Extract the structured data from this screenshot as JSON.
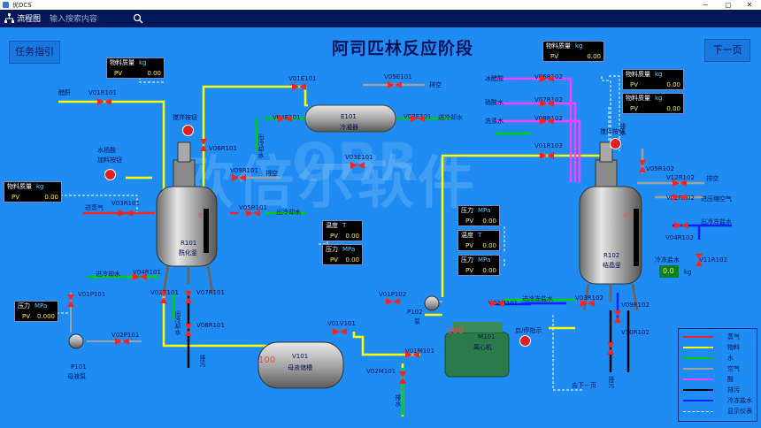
{
  "window": {
    "title": "优DCS",
    "btn_min": "─",
    "btn_max": "▢",
    "btn_close": "✕"
  },
  "nav": {
    "flow_label": "流程图",
    "search_placeholder": "输入搜索内容"
  },
  "page": {
    "title": "阿司匹林反应阶段",
    "task_button": "任务指引",
    "next_button": "下一页",
    "watermark_logo": "OBR",
    "watermark_text": "欧倍尔软件"
  },
  "colors": {
    "steam": "#ff2020",
    "material": "#ffff00",
    "water": "#00d000",
    "air": "#a0a0a0",
    "acid": "#ff40ff",
    "drain": "#000000",
    "brine": "#1020ff",
    "display": "#ffffff",
    "background": "#1e8cf2"
  },
  "instruments": {
    "mass_acetic": {
      "title": "物料质量",
      "unit": "kg",
      "pv_label": "PV",
      "value": "0.00"
    },
    "mass_salicylic": {
      "title": "物料质量",
      "unit": "kg",
      "pv_label": "PV",
      "value": "0.00"
    },
    "mass_glacial": {
      "title": "物料质量",
      "unit": "kg",
      "pv_label": "PV",
      "value": "0.00"
    },
    "mass_nitric": {
      "title": "物料质量",
      "unit": "kg",
      "pv_label": "PV",
      "value": "0.00"
    },
    "mass_wash": {
      "title": "物料质量",
      "unit": "kg",
      "pv_label": "PV",
      "value": "0.00"
    },
    "temp_r101": {
      "title": "温度",
      "unit": "T",
      "pv_label": "PV",
      "value": "0.00"
    },
    "press_r101": {
      "title": "压力",
      "unit": "MPa",
      "pv_label": "PV",
      "value": "0.00"
    },
    "press_r102": {
      "title": "压力",
      "unit": "MPa",
      "pv_label": "PV",
      "value": "0.00"
    },
    "temp_r102": {
      "title": "温度",
      "unit": "T",
      "pv_label": "PV",
      "value": "0.00"
    },
    "press_r102b": {
      "title": "压力",
      "unit": "MPa",
      "pv_label": "PV",
      "value": "0.00"
    },
    "press_p101": {
      "title": "压力",
      "unit": "MPa",
      "pv_label": "PV",
      "value": "0.000"
    }
  },
  "labels": {
    "acetic": "醋酐",
    "salicylic": "水杨酸",
    "salicylic_btn": "加料按钮",
    "stir_r101": "搅拌按钮",
    "stir_r102": "搅拌按钮",
    "steam_in": "进蒸气",
    "cool_in": "进冷却水",
    "cool_out": "出冷却水",
    "cool_out2": "出冷却水",
    "cool_out3": "出冷却水",
    "cool_in2": "进冷却水",
    "vent1": "排空",
    "vent2": "排空",
    "vent3": "排空",
    "comp_air": "进压缩空气",
    "brine_out": "出冷冻盐水",
    "brine_in": "进冷冻盐水",
    "brine": "冷冻盐水",
    "brine_val": "0.0",
    "kg": "kg",
    "glacial": "冰醋酸",
    "nitric": "硝酸水",
    "wash": "洗涤水",
    "drain": "排污",
    "drain2": "排污",
    "drain3": "排水",
    "drain4": "排水",
    "e101": "E101",
    "condenser": "冷凝器",
    "r101": "R101",
    "r101_name": "酰化釜",
    "r102": "R102",
    "r102_name": "结晶釜",
    "v101": "V101",
    "v101_name": "母液储槽",
    "v101_level": "100",
    "p101": "P101",
    "p101_name": "母液泵",
    "p102": "P102",
    "p102_name": "泵",
    "m101": "M101",
    "m101_name": "离心机",
    "m101_level": "100",
    "start_stop": "启/停指示",
    "next_page": "去下一页",
    "r101_level": "0",
    "r102_level": "0",
    "zero": "0"
  },
  "valves": [
    "V01R101",
    "V06R101",
    "V01E101",
    "V04E101",
    "V05E101",
    "V02E101",
    "V03E101",
    "V09R101",
    "V03R101",
    "V05R101",
    "V04R101",
    "V02R101",
    "V07R101",
    "V08R101",
    "V01P101",
    "V02P101",
    "V01V101",
    "V01M101",
    "V02M101",
    "V03M101",
    "V01P102",
    "V06R102",
    "V07R102",
    "V08R102",
    "V01R102",
    "V05R102",
    "V12R102",
    "V02R102",
    "V04R102",
    "V11R102",
    "V03R102",
    "V09R102",
    "V10R102"
  ],
  "legend": [
    {
      "label": "蒸气",
      "color": "#ff2020",
      "dashed": false
    },
    {
      "label": "物料",
      "color": "#ffff00",
      "dashed": false
    },
    {
      "label": "水",
      "color": "#00d000",
      "dashed": false
    },
    {
      "label": "空气",
      "color": "#a0a0a0",
      "dashed": false
    },
    {
      "label": "酸",
      "color": "#ff40ff",
      "dashed": false
    },
    {
      "label": "排污",
      "color": "#000000",
      "dashed": false
    },
    {
      "label": "冷冻盐水",
      "color": "#1020ff",
      "dashed": false
    },
    {
      "label": "显示仪表",
      "color": "#ffffff",
      "dashed": true
    }
  ]
}
